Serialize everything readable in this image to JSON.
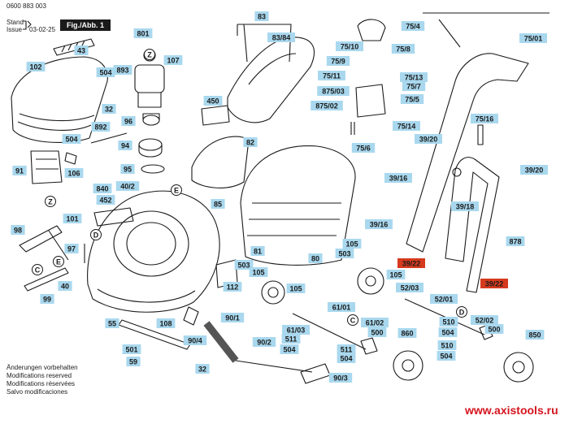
{
  "header": {
    "code": "0600 883 003",
    "stand_label": "Stand",
    "issue_label": "Issue",
    "date": "03-02-25",
    "fig_label": "Fig./Abb. 1"
  },
  "notes": [
    "Änderungen vorbehalten",
    "Modifications reserved",
    "Modifications réservées",
    "Salvo modificaciones"
  ],
  "watermark": "www.axistools.ru",
  "colors": {
    "label_bg": "#a9d8ee",
    "highlight_bg": "#d63a1e",
    "line": "#1a1a1a"
  },
  "callouts": [
    {
      "id": "43",
      "t": "43"
    },
    {
      "id": "102",
      "t": "102"
    },
    {
      "id": "504a",
      "t": "504"
    },
    {
      "id": "893",
      "t": "893"
    },
    {
      "id": "801",
      "t": "801"
    },
    {
      "id": "Z1",
      "t": "Z"
    },
    {
      "id": "107",
      "t": "107"
    },
    {
      "id": "32a",
      "t": "32"
    },
    {
      "id": "96",
      "t": "96"
    },
    {
      "id": "892",
      "t": "892"
    },
    {
      "id": "504b",
      "t": "504"
    },
    {
      "id": "94",
      "t": "94"
    },
    {
      "id": "91",
      "t": "91"
    },
    {
      "id": "106",
      "t": "106"
    },
    {
      "id": "95",
      "t": "95"
    },
    {
      "id": "840",
      "t": "840"
    },
    {
      "id": "40_2",
      "t": "40/2"
    },
    {
      "id": "452",
      "t": "452"
    },
    {
      "id": "Z2",
      "t": "Z"
    },
    {
      "id": "101",
      "t": "101"
    },
    {
      "id": "98",
      "t": "98"
    },
    {
      "id": "97",
      "t": "97"
    },
    {
      "id": "D1",
      "t": "D"
    },
    {
      "id": "E1",
      "t": "E"
    },
    {
      "id": "C1",
      "t": "C"
    },
    {
      "id": "40",
      "t": "40"
    },
    {
      "id": "99",
      "t": "99"
    },
    {
      "id": "450",
      "t": "450"
    },
    {
      "id": "82",
      "t": "82"
    },
    {
      "id": "83",
      "t": "83"
    },
    {
      "id": "83_84",
      "t": "83/84"
    },
    {
      "id": "E2",
      "t": "E"
    },
    {
      "id": "85",
      "t": "85"
    },
    {
      "id": "81",
      "t": "81"
    },
    {
      "id": "80",
      "t": "80"
    },
    {
      "id": "503a",
      "t": "503"
    },
    {
      "id": "105a",
      "t": "105"
    },
    {
      "id": "112",
      "t": "112"
    },
    {
      "id": "105b",
      "t": "105"
    },
    {
      "id": "55",
      "t": "55"
    },
    {
      "id": "108",
      "t": "108"
    },
    {
      "id": "501",
      "t": "501"
    },
    {
      "id": "59",
      "t": "59"
    },
    {
      "id": "32b",
      "t": "32"
    },
    {
      "id": "90_4",
      "t": "90/4"
    },
    {
      "id": "90_1",
      "t": "90/1"
    },
    {
      "id": "90_2",
      "t": "90/2"
    },
    {
      "id": "61_03",
      "t": "61/03"
    },
    {
      "id": "511a",
      "t": "511"
    },
    {
      "id": "504c",
      "t": "504"
    },
    {
      "id": "61_01",
      "t": "61/01"
    },
    {
      "id": "C2",
      "t": "C"
    },
    {
      "id": "61_02",
      "t": "61/02"
    },
    {
      "id": "511b",
      "t": "511"
    },
    {
      "id": "504d",
      "t": "504"
    },
    {
      "id": "90_3",
      "t": "90/3"
    },
    {
      "id": "75_4",
      "t": "75/4"
    },
    {
      "id": "75_10",
      "t": "75/10"
    },
    {
      "id": "75_8",
      "t": "75/8"
    },
    {
      "id": "75_9",
      "t": "75/9"
    },
    {
      "id": "75_11",
      "t": "75/11"
    },
    {
      "id": "75_13",
      "t": "75/13"
    },
    {
      "id": "875_03",
      "t": "875/03"
    },
    {
      "id": "75_7",
      "t": "75/7"
    },
    {
      "id": "875_02",
      "t": "875/02"
    },
    {
      "id": "75_5",
      "t": "75/5"
    },
    {
      "id": "75_14",
      "t": "75/14"
    },
    {
      "id": "75_6",
      "t": "75/6"
    },
    {
      "id": "39_20a",
      "t": "39/20"
    },
    {
      "id": "75_01",
      "t": "75/01"
    },
    {
      "id": "75_16",
      "t": "75/16"
    },
    {
      "id": "39_20b",
      "t": "39/20"
    },
    {
      "id": "39_16a",
      "t": "39/16"
    },
    {
      "id": "39_18",
      "t": "39/18"
    },
    {
      "id": "39_16b",
      "t": "39/16"
    },
    {
      "id": "105c",
      "t": "105"
    },
    {
      "id": "503b",
      "t": "503"
    },
    {
      "id": "878",
      "t": "878"
    },
    {
      "id": "39_22a",
      "t": "39/22"
    },
    {
      "id": "105d",
      "t": "105"
    },
    {
      "id": "39_22b",
      "t": "39/22"
    },
    {
      "id": "52_03",
      "t": "52/03"
    },
    {
      "id": "52_01",
      "t": "52/01"
    },
    {
      "id": "D2",
      "t": "D"
    },
    {
      "id": "52_02",
      "t": "52/02"
    },
    {
      "id": "500a",
      "t": "500"
    },
    {
      "id": "860",
      "t": "860"
    },
    {
      "id": "510a",
      "t": "510"
    },
    {
      "id": "504e",
      "t": "504"
    },
    {
      "id": "500b",
      "t": "500"
    },
    {
      "id": "510b",
      "t": "510"
    },
    {
      "id": "504f",
      "t": "504"
    },
    {
      "id": "850",
      "t": "850"
    }
  ]
}
